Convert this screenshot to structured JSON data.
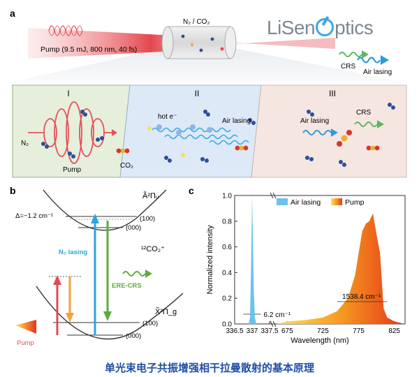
{
  "panels": {
    "a": {
      "letter": "a",
      "gas_label": "N₂ / CO₂",
      "pump_label": "Pump (9.5 mJ, 800 nm, 40 fs)",
      "crs_label": "CRS",
      "air_lasing_label": "Air lasing",
      "stages": [
        {
          "numeral": "I",
          "labels": {
            "n2": "N₂",
            "pump": "Pump",
            "co2": "CO₂"
          }
        },
        {
          "numeral": "II",
          "labels": {
            "hot_e": "hot e⁻",
            "air_lasing": "Air lasing"
          }
        },
        {
          "numeral": "III",
          "labels": {
            "air_lasing": "Air lasing",
            "crs": "CRS"
          }
        }
      ]
    },
    "b": {
      "letter": "b",
      "upper_state": "Ã²Πᵤ",
      "lower_state": "X̃²Π_g",
      "delta": "Δ=−1.2 cm⁻¹",
      "level_upper_100": "(100)",
      "level_upper_000": "(000)",
      "level_lower_100": "(100)",
      "level_lower_000": "(000)",
      "molecule": "¹²CO₂⁺",
      "n2_lasing": "N₂ lasing",
      "ere_crs": "ERE-CRS",
      "pump": "Pump"
    },
    "c": {
      "letter": "c"
    }
  },
  "chart_data": {
    "type": "area",
    "ylabel": "Normalized intensity",
    "xlabel": "Wavelength (nm)",
    "ylim": [
      0.0,
      1.0
    ],
    "yticks": [
      "0.0",
      "0.2",
      "0.4",
      "0.6",
      "0.8",
      "1.0"
    ],
    "xticks": [
      "336.5",
      "337",
      "337.5",
      "675",
      "725",
      "775",
      "825"
    ],
    "x_axis_broken": true,
    "legend": [
      {
        "name": "Air lasing",
        "color": "#6cc3ea"
      },
      {
        "name": "Pump",
        "color": "#f07a1a"
      }
    ],
    "legend_placement": "top-center",
    "series": [
      {
        "name": "Air lasing",
        "segment": "left",
        "x": [
          336.5,
          336.9,
          336.94,
          336.97,
          337.0,
          337.02,
          337.05,
          337.08,
          337.12,
          337.5
        ],
        "y": [
          0.0,
          0.0,
          0.05,
          0.45,
          1.0,
          0.7,
          0.25,
          0.05,
          0.0,
          0.0
        ]
      },
      {
        "name": "Pump",
        "segment": "right",
        "x": [
          660,
          675,
          700,
          725,
          745,
          760,
          770,
          775,
          780,
          785,
          790,
          795,
          800,
          805,
          810,
          815,
          825,
          840
        ],
        "y": [
          0.0,
          0.02,
          0.03,
          0.05,
          0.1,
          0.2,
          0.38,
          0.55,
          0.72,
          0.78,
          0.8,
          0.86,
          0.7,
          0.55,
          0.12,
          0.05,
          0.02,
          0.0
        ]
      }
    ],
    "annotations": [
      {
        "text": "6.2 cm⁻¹",
        "near": "Air lasing"
      },
      {
        "text": "1538.4 cm⁻¹",
        "near": "Pump"
      }
    ]
  },
  "logo_text": {
    "part1": "LiSen",
    "part2": "ptics"
  },
  "caption": "单光束电子共振增强相干拉曼散射的基本原理"
}
